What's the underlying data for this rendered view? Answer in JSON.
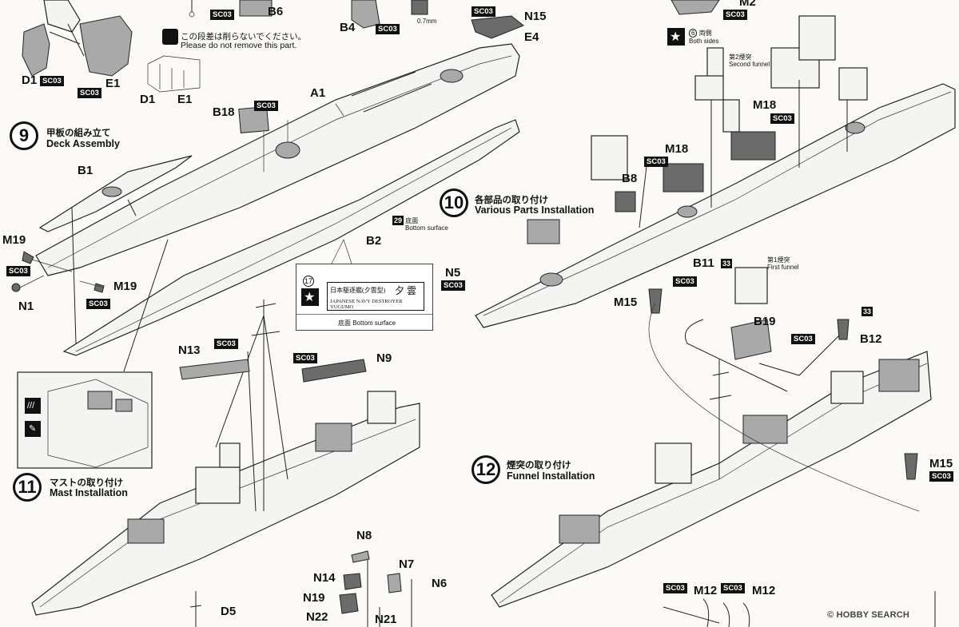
{
  "step9": {
    "number": "9",
    "title_jp": "甲板の組み立て",
    "title_en": "Deck Assembly"
  },
  "step10": {
    "number": "10",
    "title_jp": "各部品の取り付け",
    "title_en": "Various Parts Installation"
  },
  "step11": {
    "number": "11",
    "title_jp": "マストの取り付け",
    "title_en": "Mast Installation"
  },
  "step12": {
    "number": "12",
    "title_jp": "煙突の取り付け",
    "title_en": "Funnel Installation"
  },
  "notice": {
    "jp": "この段差は削らないでください。",
    "en": "Please do not remove this part."
  },
  "thickness": "0.7mm",
  "paint": "SC03",
  "decal": {
    "n6": "6",
    "n17": "17",
    "n29": "29",
    "n33": "33"
  },
  "labels": {
    "both_sides_jp": "両側",
    "both_sides_en": "Both sides",
    "second_funnel_jp": "第2煙突",
    "second_funnel_en": "Second funnel",
    "first_funnel_jp": "第1煙突",
    "first_funnel_en": "First funnel",
    "bottom_jp": "底面",
    "bottom_en": "Bottom surface",
    "bottom2": "底面 Bottom surface",
    "plate_jp": "日本駆逐艦(夕雲型)",
    "plate_name": "夕 雲",
    "plate_en": "JAPANESE NAVY DESTROYER YUGUMO"
  },
  "parts": {
    "B6": "B6",
    "B4": "B4",
    "N15": "N15",
    "E4": "E4",
    "M2": "M2",
    "D1": "D1",
    "E1": "E1",
    "D1b": "D1",
    "E1b": "E1",
    "A1": "A1",
    "B18": "B18",
    "B1": "B1",
    "B2": "B2",
    "M19a": "M19",
    "M19b": "M19",
    "N1": "N1",
    "M18a": "M18",
    "M18b": "M18",
    "B8": "B8",
    "N5": "N5",
    "B11": "B11",
    "M15a": "M15",
    "B19": "B19",
    "B12": "B12",
    "N13": "N13",
    "N9": "N9",
    "M15b": "M15",
    "N8": "N8",
    "N7": "N7",
    "N6": "N6",
    "N14": "N14",
    "N19": "N19",
    "N22": "N22",
    "N21": "N21",
    "D5": "D5",
    "M12a": "M12",
    "M12b": "M12"
  },
  "watermark": {
    "brand": "HOBBY SEARCH",
    "copy": "©"
  }
}
